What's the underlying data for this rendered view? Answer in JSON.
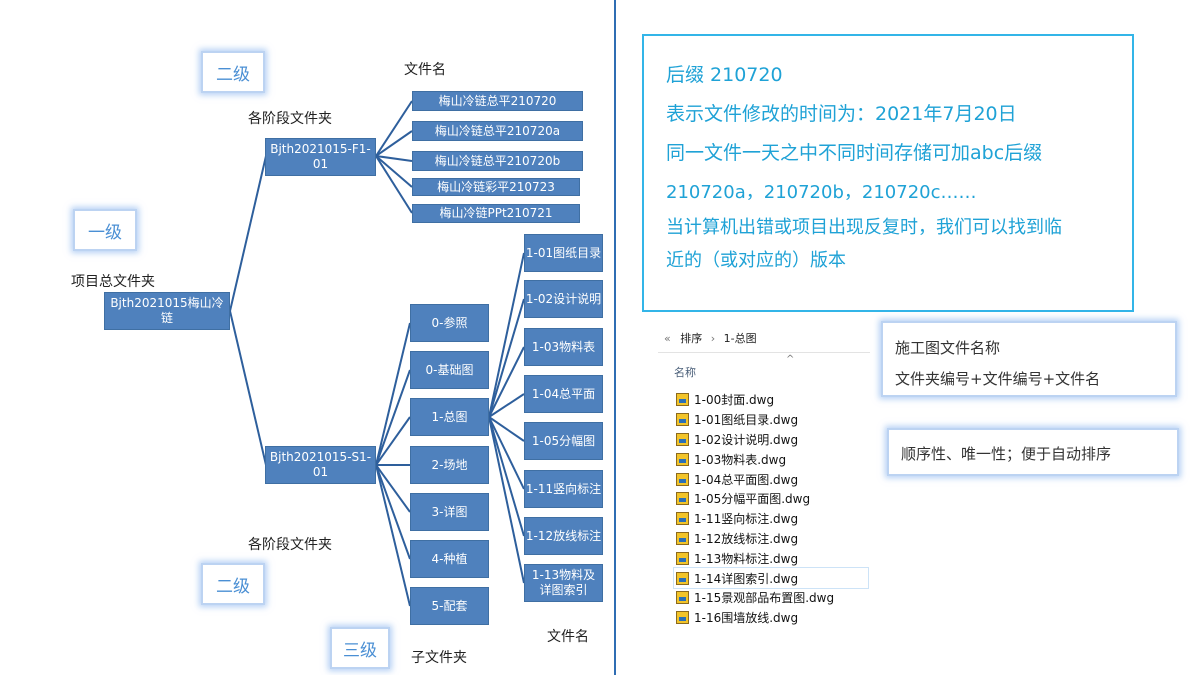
{
  "diagram": {
    "root": {
      "label": "Bjth2021015梅山冷链",
      "caption": "项目总文件夹",
      "level": "一级"
    },
    "stage_top": {
      "label": "Bjth2021015-F1-01",
      "caption": "各阶段文件夹",
      "level": "二级"
    },
    "stage_bottom": {
      "label": "Bjth2021015-S1-01",
      "caption": "各阶段文件夹",
      "level": "二级"
    },
    "top_files_caption": "文件名",
    "top_files": [
      "梅山冷链总平210720",
      "梅山冷链总平210720a",
      "梅山冷链总平210720b",
      "梅山冷链彩平210723",
      "梅山冷链PPt210721"
    ],
    "subfolders_caption": "子文件夹",
    "subfolders_level": "三级",
    "subfolders": [
      "0-参照",
      "0-基础图",
      "1-总图",
      "2-场地",
      "3-详图",
      "4-种植",
      "5-配套"
    ],
    "zongtu_files_caption": "文件名",
    "zongtu_files": [
      "1-01图纸目录",
      "1-02设计说明",
      "1-03物料表",
      "1-04总平面",
      "1-05分幅图",
      "1-11竖向标注",
      "1-12放线标注",
      "1-13物料及详图索引"
    ]
  },
  "note": {
    "lines": [
      "后缀  210720",
      "表示文件修改的时间为：2021年7月20日",
      "同一文件一天之中不同时间存储可加abc后缀",
      "210720a，210720b，210720c……",
      "当计算机出错或项目出现反复时，我们可以找到临",
      "近的（或对应的）版本"
    ]
  },
  "explorer": {
    "back_glyph": "«",
    "breadcrumb": [
      "排序",
      "1-总图"
    ],
    "breadcrumb_sep": "›",
    "column_header": "名称",
    "sort_glyph": "^",
    "files": [
      "1-00封面.dwg",
      "1-01图纸目录.dwg",
      "1-02设计说明.dwg",
      "1-03物料表.dwg",
      "1-04总平面图.dwg",
      "1-05分幅平面图.dwg",
      "1-11竖向标注.dwg",
      "1-12放线标注.dwg",
      "1-13物料标注.dwg",
      "1-14详图索引.dwg",
      "1-15景观部品布置图.dwg",
      "1-16围墙放线.dwg"
    ],
    "selected_index": 9
  },
  "naming_box": {
    "title": "施工图文件名称",
    "formula": "文件夹编号+文件编号+文件名"
  },
  "principle_box": {
    "text": "顺序性、唯一性；便于自动排序"
  },
  "colors": {
    "node_fill": "#4f81bd",
    "connector": "#2e5f9c",
    "note_border": "#33b5e8",
    "note_text": "#1fa2d6",
    "divider": "#2f6db3"
  }
}
